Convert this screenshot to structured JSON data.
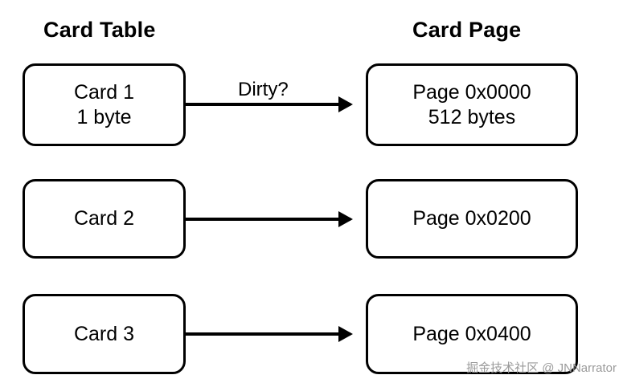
{
  "headers": {
    "left": "Card Table",
    "right": "Card Page"
  },
  "cards": [
    {
      "line1": "Card 1",
      "line2": "1 byte"
    },
    {
      "line1": "Card 2",
      "line2": ""
    },
    {
      "line1": "Card 3",
      "line2": ""
    }
  ],
  "pages": [
    {
      "line1": "Page 0x0000",
      "line2": "512 bytes"
    },
    {
      "line1": "Page 0x0200",
      "line2": ""
    },
    {
      "line1": "Page 0x0400",
      "line2": ""
    }
  ],
  "arrows": [
    {
      "label": "Dirty?"
    },
    {
      "label": ""
    },
    {
      "label": ""
    }
  ],
  "watermark": "掘金技术社区 @ JNNarrator",
  "colors": {
    "stroke": "#000000",
    "background": "#ffffff",
    "watermark": "#9a9a9a"
  }
}
